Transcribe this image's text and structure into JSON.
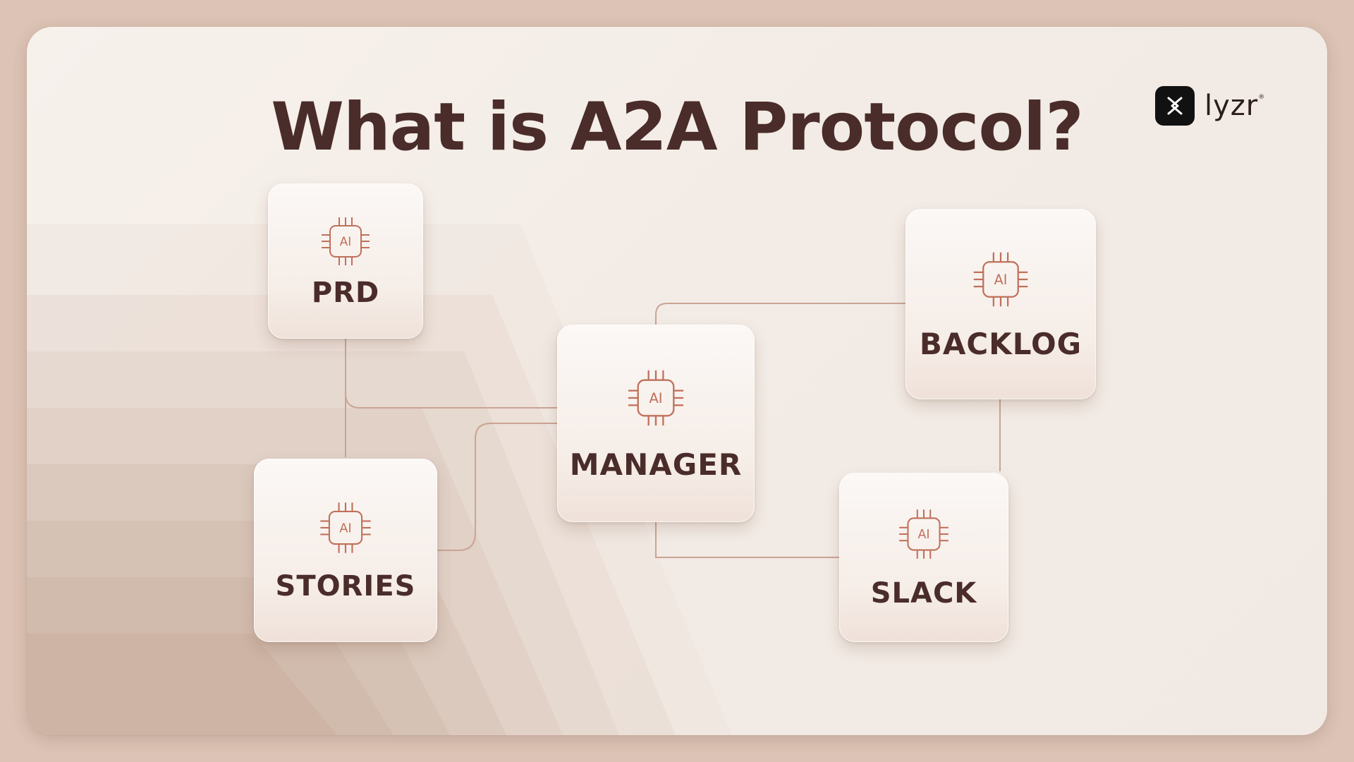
{
  "title": "What is A2A Protocol?",
  "brand": {
    "name": "lyzr",
    "mark": "®"
  },
  "colors": {
    "title": "#4a2c2a",
    "accent": "#c0705a",
    "line": "#caa494",
    "background": "#f4ede7"
  },
  "chip_icon": {
    "name": "ai-chip-icon",
    "label": "AI"
  },
  "nodes": [
    {
      "id": "prd",
      "label": "PRD"
    },
    {
      "id": "stories",
      "label": "STORIES"
    },
    {
      "id": "manager",
      "label": "MANAGER"
    },
    {
      "id": "backlog",
      "label": "BACKLOG"
    },
    {
      "id": "slack",
      "label": "SLACK"
    }
  ],
  "edges": [
    {
      "from": "PRD",
      "to": "STORIES"
    },
    {
      "from": "PRD",
      "to": "MANAGER"
    },
    {
      "from": "STORIES",
      "to": "MANAGER"
    },
    {
      "from": "MANAGER",
      "to": "BACKLOG"
    },
    {
      "from": "MANAGER",
      "to": "SLACK"
    },
    {
      "from": "BACKLOG",
      "to": "SLACK"
    }
  ]
}
